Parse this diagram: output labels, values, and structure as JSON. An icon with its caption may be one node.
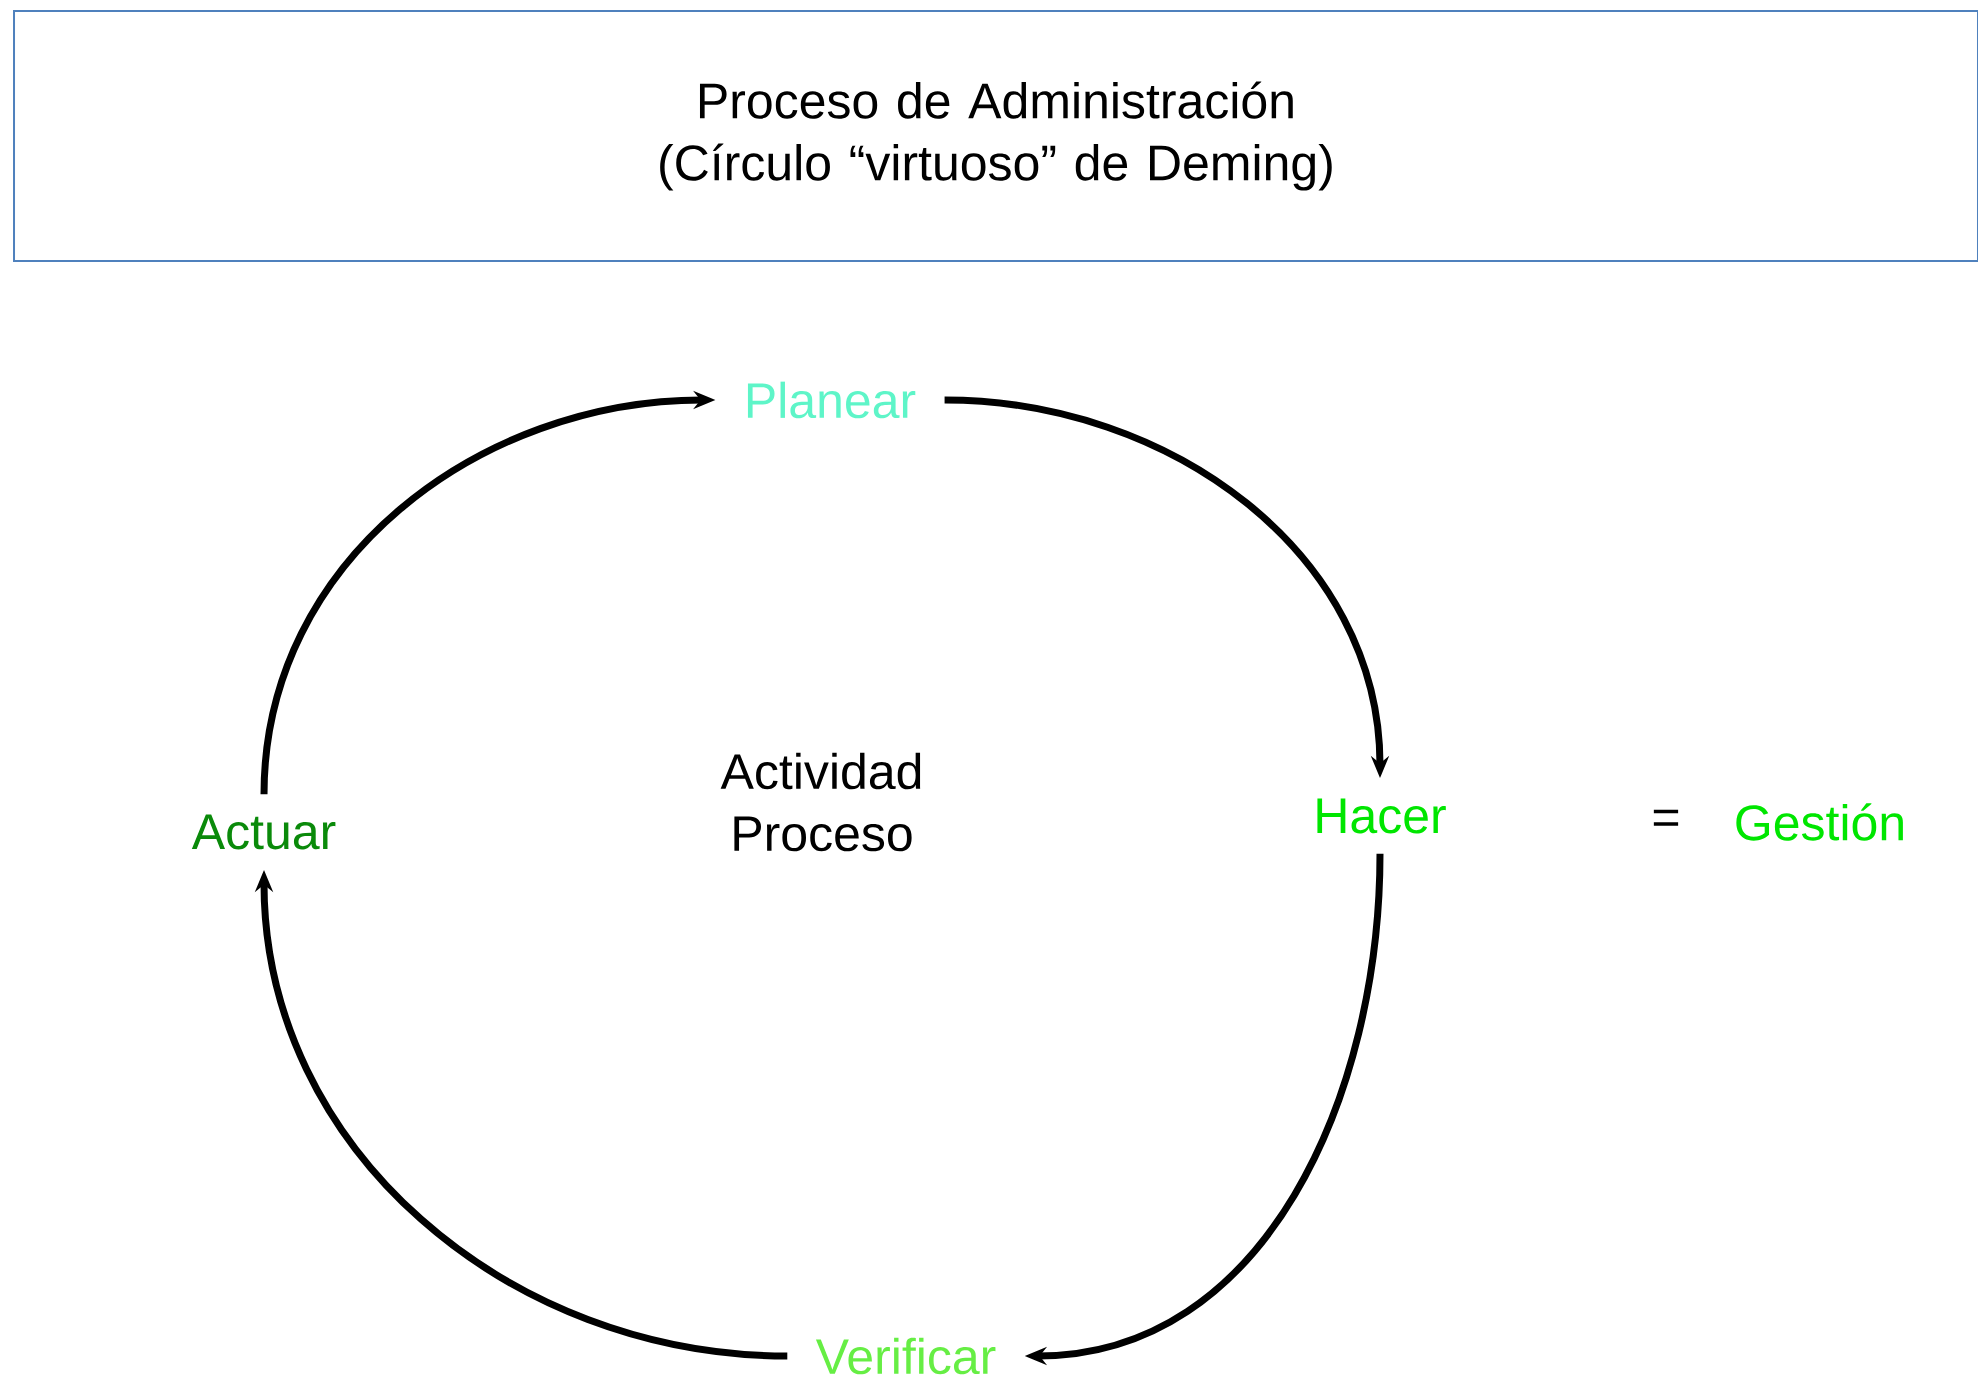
{
  "diagram": {
    "nodes": [
      {
        "text": [
          "Proceso de Administración (Círculo “virtuoso” de Deming)"
        ]
      },
      {
        "text": [
          "Planear"
        ]
      },
      {
        "text": [
          "Hacer"
        ]
      },
      {
        "text": [
          "Verificar"
        ]
      },
      {
        "text": [
          "Actuar"
        ]
      }
    ],
    "edges": [
      {
        "from": 1,
        "to": 2,
        "arrow": "to"
      },
      {
        "from": 2,
        "to": 3,
        "arrow": "to"
      },
      {
        "from": 3,
        "to": 4,
        "arrow": "to"
      },
      {
        "from": 4,
        "to": 1,
        "arrow": "to"
      }
    ],
    "labels": [
      "Actividad Proceso",
      "=",
      "Gestión"
    ]
  }
}
